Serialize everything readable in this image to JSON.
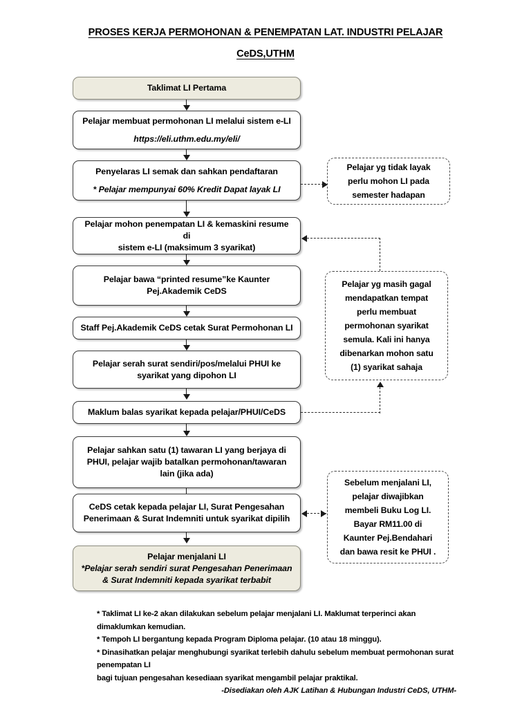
{
  "title": {
    "line1": "PROSES KERJA PERMOHONAN & PENEMPATAN LAT. INDUSTRI PELAJAR",
    "line2": "CeDS,UTHM"
  },
  "theme": {
    "beige_fill": "#EDEBDF",
    "box_border": "#3a3a3a",
    "note_border": "#4a4a4a",
    "connector": "#1a1a1a",
    "page_background": "#ffffff"
  },
  "flow": {
    "steps": [
      {
        "id": "step-1",
        "style": "beige",
        "lines": [
          {
            "text": "Taklimat LI Pertama",
            "italic": false
          }
        ]
      },
      {
        "id": "step-2",
        "style": "plain",
        "lines": [
          {
            "text": "Pelajar membuat permohonan LI melalui sistem e-LI",
            "italic": false
          },
          {
            "text": "https://eli.uthm.edu.my/eli/",
            "italic": true
          }
        ]
      },
      {
        "id": "step-3",
        "style": "plain",
        "lines": [
          {
            "text": "Penyelaras LI semak dan sahkan pendaftaran",
            "italic": false
          },
          {
            "text": "* Pelajar mempunyai 60% Kredit Dapat layak LI",
            "italic": true
          }
        ]
      },
      {
        "id": "step-4",
        "style": "plain",
        "lines": [
          {
            "text": "Pelajar mohon penempatan LI & kemaskini resume di",
            "italic": false
          },
          {
            "text": "sistem e-LI (maksimum 3 syarikat)",
            "italic": false
          }
        ]
      },
      {
        "id": "step-5",
        "style": "plain",
        "lines": [
          {
            "text": "Pelajar bawa “printed resume”ke Kaunter",
            "italic": false
          },
          {
            "text": "Pej.Akademik CeDS",
            "italic": false
          }
        ]
      },
      {
        "id": "step-6",
        "style": "plain",
        "lines": [
          {
            "text": "Staff Pej.Akademik CeDS cetak Surat Permohonan LI",
            "italic": false
          }
        ]
      },
      {
        "id": "step-7",
        "style": "plain",
        "lines": [
          {
            "text": "Pelajar serah surat sendiri/pos/melalui PHUI ke",
            "italic": false
          },
          {
            "text": "syarikat yang dipohon LI",
            "italic": false
          }
        ]
      },
      {
        "id": "step-8",
        "style": "plain",
        "lines": [
          {
            "text": "Maklum balas syarikat kepada pelajar/PHUI/CeDS",
            "italic": false
          }
        ]
      },
      {
        "id": "step-9",
        "style": "plain",
        "lines": [
          {
            "text": "Pelajar sahkan satu (1) tawaran LI yang berjaya di",
            "italic": false
          },
          {
            "text": "PHUI, pelajar wajib batalkan permohonan/tawaran",
            "italic": false
          },
          {
            "text": "lain (jika ada)",
            "italic": false
          }
        ]
      },
      {
        "id": "step-10",
        "style": "plain",
        "lines": [
          {
            "text": "CeDS cetak kepada pelajar LI, Surat Pengesahan",
            "italic": false
          },
          {
            "text": "Penerimaan & Surat Indemniti untuk syarikat dipilih",
            "italic": false
          }
        ]
      },
      {
        "id": "step-11",
        "style": "beige",
        "lines": [
          {
            "text": "Pelajar menjalani LI",
            "italic": false
          },
          {
            "text": "*Pelajar serah sendiri surat Pengesahan Penerimaan",
            "italic": true
          },
          {
            "text": "& Surat Indemniti kepada syarikat terbabit",
            "italic": true
          }
        ]
      }
    ],
    "notes": [
      {
        "id": "note-1",
        "lines": [
          "Pelajar yg tidak layak",
          "perlu mohon LI pada",
          "semester hadapan"
        ]
      },
      {
        "id": "note-2",
        "lines": [
          "Pelajar yg masih gagal",
          "mendapatkan tempat",
          "perlu membuat",
          "permohonan syarikat",
          "semula. Kali ini hanya",
          "dibenarkan mohon satu",
          "(1) syarikat sahaja"
        ]
      },
      {
        "id": "note-3",
        "lines": [
          "Sebelum menjalani LI,",
          "pelajar diwajibkan",
          "membeli Buku Log LI.",
          "Bayar RM11.00 di",
          "Kaunter Pej.Bendahari",
          "dan bawa resit ke PHUI ."
        ]
      }
    ]
  },
  "footnotes": {
    "lines": [
      "* Taklimat LI ke-2 akan dilakukan sebelum pelajar menjalani LI. Maklumat terperinci akan dimaklumkan kemudian.",
      "* Tempoh LI bergantung kepada Program Diploma pelajar. (10 atau 18 minggu).",
      "* Dinasihatkan pelajar menghubungi syarikat terlebih dahulu sebelum membuat permohonan surat penempatan LI",
      "bagi tujuan pengesahan kesediaan syarikat mengambil pelajar praktikal."
    ],
    "credit": "-Disediakan oleh AJK Latihan & Hubungan Industri CeDS, UTHM-"
  }
}
